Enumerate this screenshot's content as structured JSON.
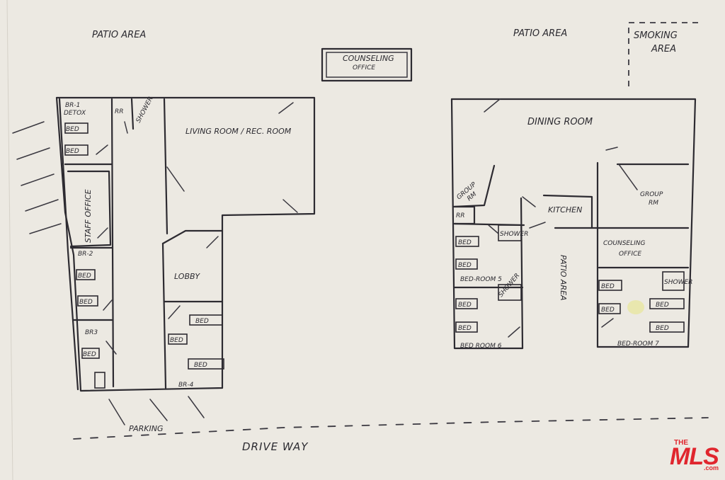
{
  "labels": {
    "patio_left": "PATIO AREA",
    "patio_right": "PATIO AREA",
    "smoking_area_line1": "SMOKING",
    "smoking_area_line2": "AREA",
    "counseling_top_line1": "COUNSELING",
    "counseling_top_line2": "OFFICE",
    "br1_line1": "BR-1",
    "br1_line2": "DETOX",
    "rr_left": "RR",
    "shower_left": "SHOWER",
    "living_room": "LIVING ROOM / REC. ROOM",
    "staff_office": "STAFF OFFICE",
    "br2": "BR-2",
    "br3": "BR3",
    "br4": "BR-4",
    "lobby": "LOBBY",
    "bed": "BED",
    "parking": "PARKING",
    "drive_way": "DRIVE WAY",
    "dining_room": "DINING ROOM",
    "group_rm_left_line1": "GROUP",
    "group_rm_left_line2": "RM",
    "group_rm_right_line1": "GROUP",
    "group_rm_right_line2": "RM",
    "rr_right": "RR",
    "kitchen": "KITCHEN",
    "shower": "SHOWER",
    "bedroom5": "BED-ROOM 5",
    "bedroom6": "BED ROOM 6",
    "patio_center": "PATIO AREA",
    "counseling_right_line1": "COUNSELING",
    "counseling_right_line2": "OFFICE",
    "bedroom7": "BED-ROOM 7"
  },
  "logo": {
    "top": "THE",
    "main": "MLS",
    "suffix": ".com",
    "color": "#e0262e"
  }
}
